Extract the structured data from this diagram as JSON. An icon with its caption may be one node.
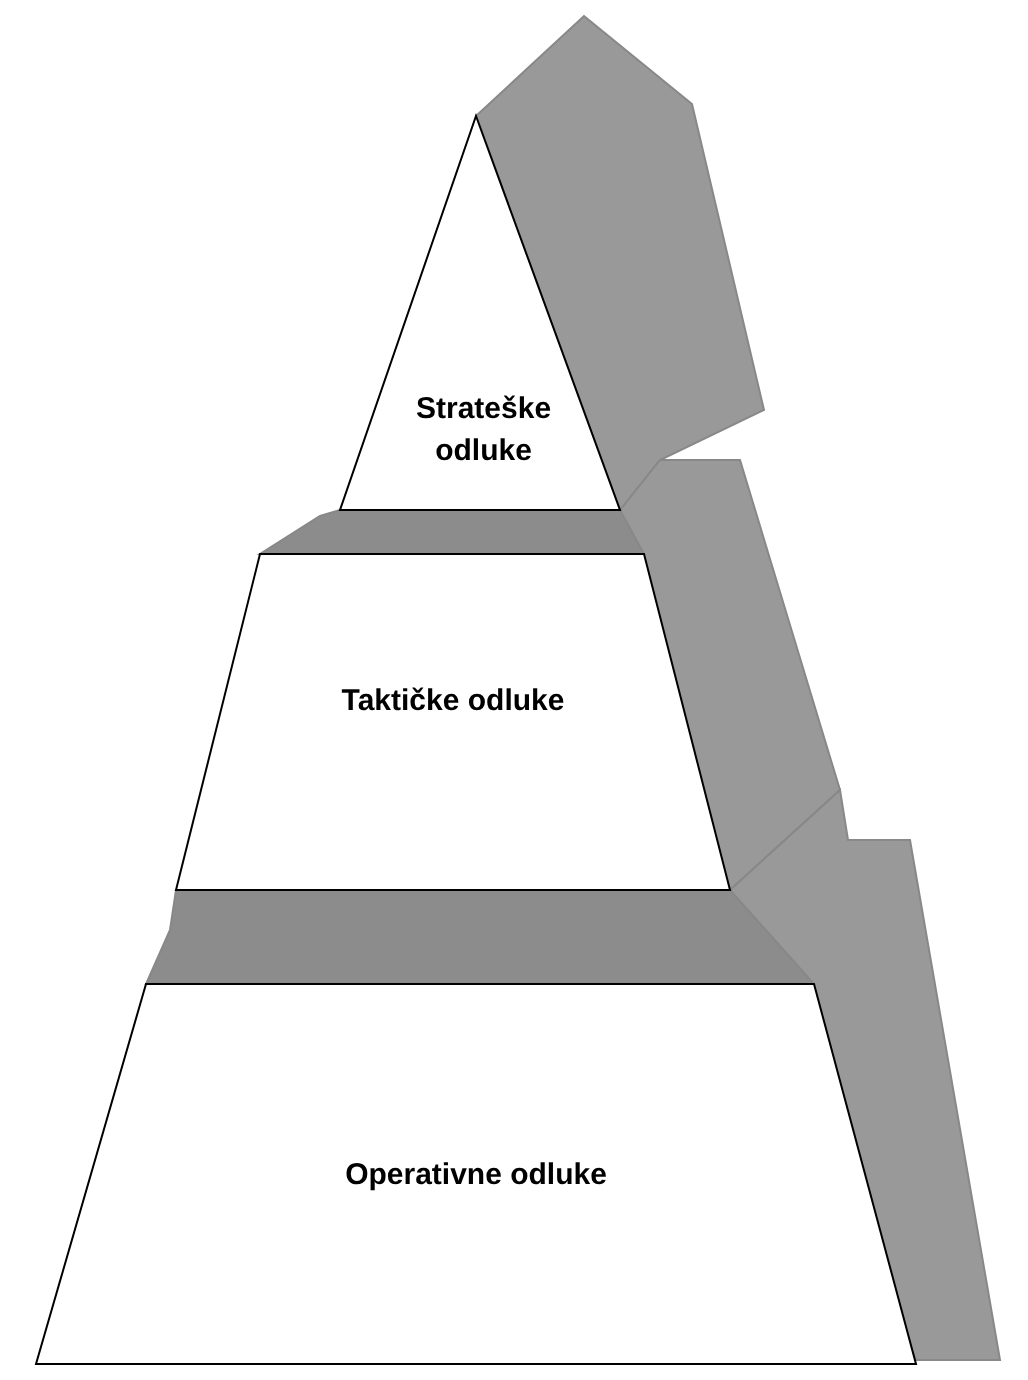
{
  "diagram": {
    "nodes": [
      {
        "text": [
          "Strateške odluke"
        ]
      },
      {
        "text": [
          "Taktičke odluke"
        ]
      },
      {
        "text": [
          "Operativne odluke"
        ]
      }
    ]
  }
}
